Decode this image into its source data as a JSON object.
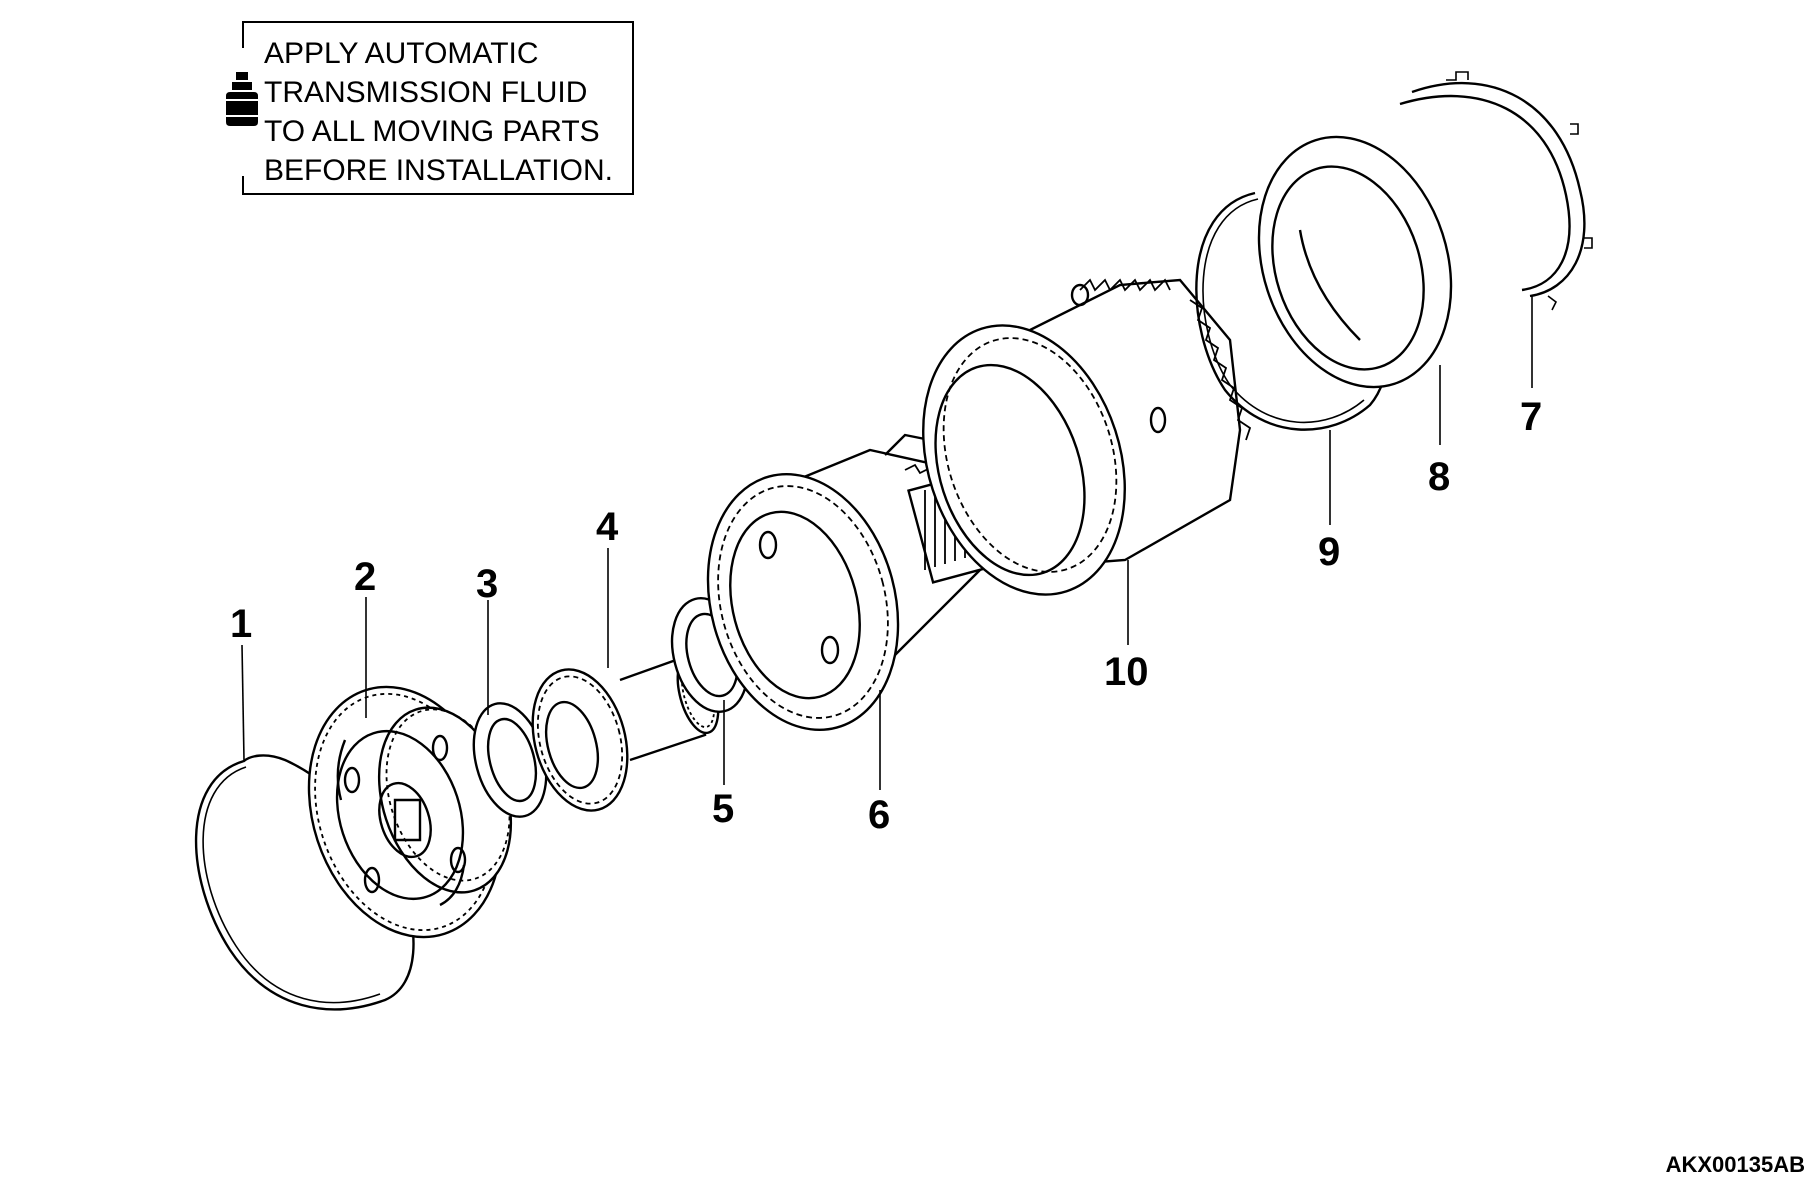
{
  "note": {
    "lines": [
      "APPLY AUTOMATIC",
      "TRANSMISSION FLUID",
      "TO ALL MOVING PARTS",
      "BEFORE INSTALLATION."
    ],
    "icon": "fluid-bottle-icon"
  },
  "callouts": [
    "1",
    "2",
    "3",
    "4",
    "5",
    "6",
    "7",
    "8",
    "9",
    "10"
  ],
  "reference_code": "AKX00135AB"
}
